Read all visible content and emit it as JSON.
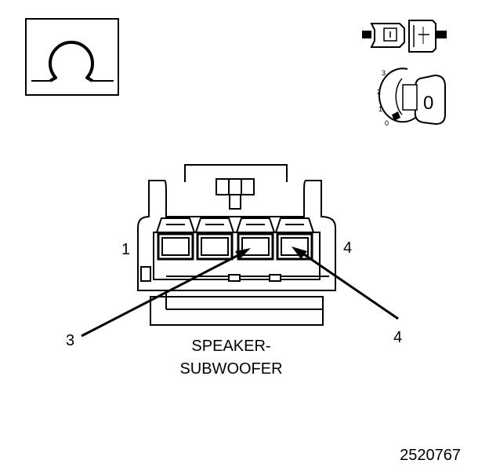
{
  "ohmmeter_icon": {
    "symbol": "Ω"
  },
  "ignition_icon": {
    "positions": [
      "3",
      "2",
      "1",
      "0"
    ],
    "key_label": "0"
  },
  "connector": {
    "name_line1": "SPEAKER-",
    "name_line2": "SUBWOOFER",
    "pin_left": "1",
    "pin_right": "4",
    "callout_a": "3",
    "callout_b": "4"
  },
  "figure_id": "2520767",
  "colors": {
    "ink": "#000000",
    "background": "#ffffff"
  }
}
